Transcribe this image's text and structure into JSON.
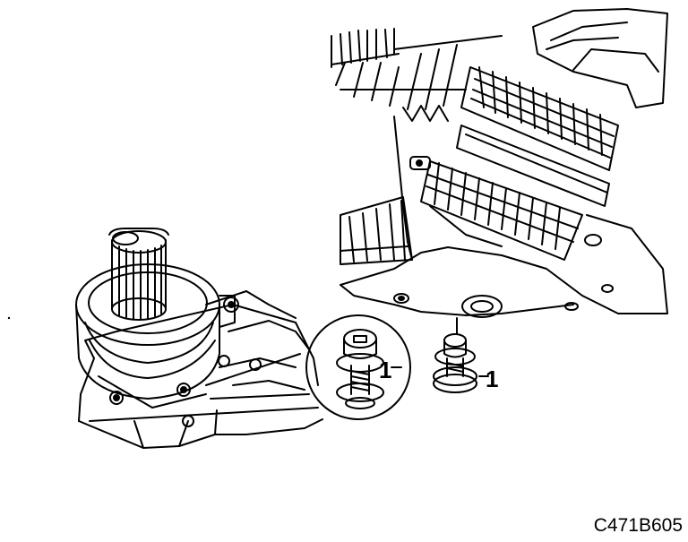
{
  "figure": {
    "callout_left": "1",
    "callout_right": "1",
    "figure_code": "C471B605"
  }
}
